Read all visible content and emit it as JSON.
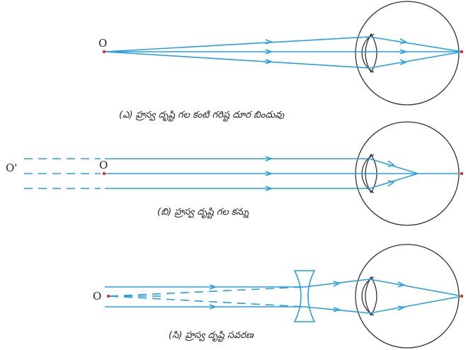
{
  "panels": [
    {
      "caption": "(ఎ) హ్రస్వ దృష్టి గల కంటి గరిష్ట దూర బిందువు",
      "object_label": "O"
    },
    {
      "caption": "(బి) హ్రస్వ దృష్టి గల కన్ను",
      "object_label": "O",
      "far_object_label": "O'"
    },
    {
      "caption": "(సి) హ్రస్వ దృష్టి సవరణ",
      "object_label": "O"
    }
  ],
  "colors": {
    "ray": "#2a9fe0",
    "eye": "#333333",
    "point": "#e0302a"
  }
}
